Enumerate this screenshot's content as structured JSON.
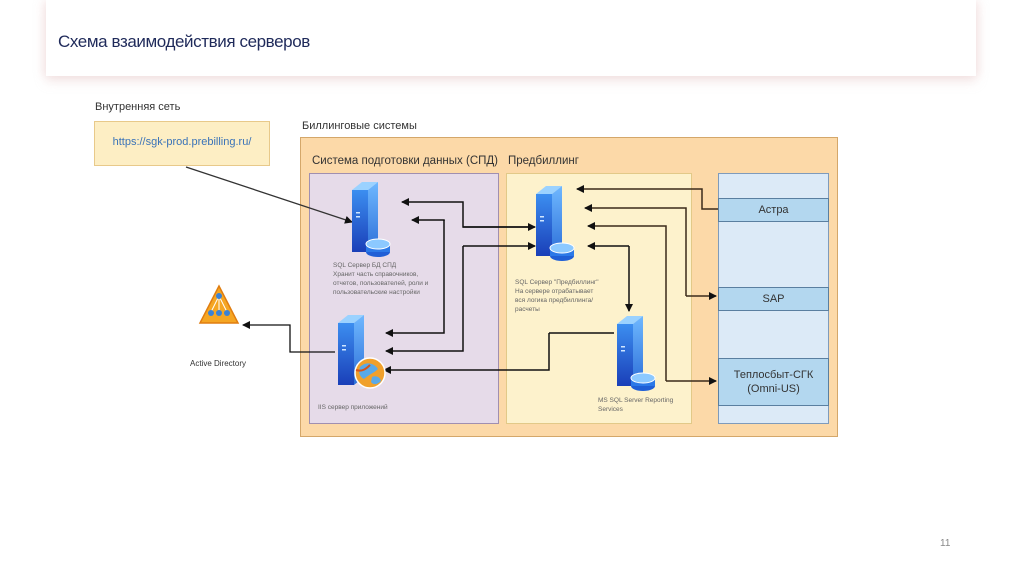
{
  "slide": {
    "title": "Схема взаимодействия серверов",
    "page_number": "11"
  },
  "diagram": {
    "internal_network": {
      "label": "Внутренняя сеть",
      "url": "https://sgk-prod.prebilling.ru/"
    },
    "billing_systems": {
      "label": "Биллинговые системы",
      "spd": {
        "label": "Система подготовки данных (СПД)",
        "sql_server": {
          "name": "SQL Сервер БД СПД",
          "desc_lines": [
            "Хранит часть справочников,",
            "отчетов, пользователей, роли и",
            "пользовательские настройки"
          ]
        },
        "iis_server": {
          "name": "IIS сервер приложений"
        }
      },
      "prebilling": {
        "label": "Предбиллинг",
        "sql_server": {
          "name": "SQL Сервер \"Предбиллинг\"",
          "desc_lines": [
            "На сервере отрабатывает",
            "вся логика предбиллинга/",
            "расчеты"
          ]
        },
        "reporting": {
          "name_lines": [
            "MS SQL Server Reporting",
            "Services"
          ]
        }
      },
      "external_systems": [
        {
          "lines": [
            "Астра"
          ]
        },
        {
          "lines": [
            "SAP"
          ]
        },
        {
          "lines": [
            "Теплосбыт-СГК",
            "(Omni-US)"
          ]
        }
      ]
    },
    "active_directory": {
      "label": "Active Directory"
    },
    "colors": {
      "billing_bg": "#fcd9a8",
      "spd_bg": "#e6dbe9",
      "prebilling_bg": "#fdf2cc",
      "systems_bg": "#dceaf7",
      "system_item_bg": "#b3d7ef",
      "url_color": "#3a73b8",
      "title_color": "#1f2a5a"
    }
  }
}
